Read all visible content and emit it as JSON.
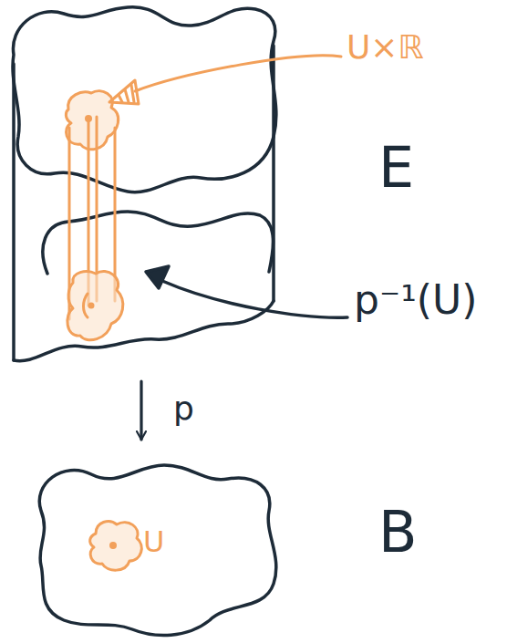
{
  "diagram": {
    "nodes": [
      {
        "text": [
          "E"
        ]
      },
      {
        "text": [
          "B"
        ]
      },
      {
        "text": [
          "U"
        ],
        "in": 1
      }
    ],
    "edges": [
      {
        "from": 0,
        "to": 1,
        "arrow": "to",
        "label": "p"
      }
    ],
    "labels": [
      "U×ℝ",
      "p⁻¹(U)"
    ]
  }
}
